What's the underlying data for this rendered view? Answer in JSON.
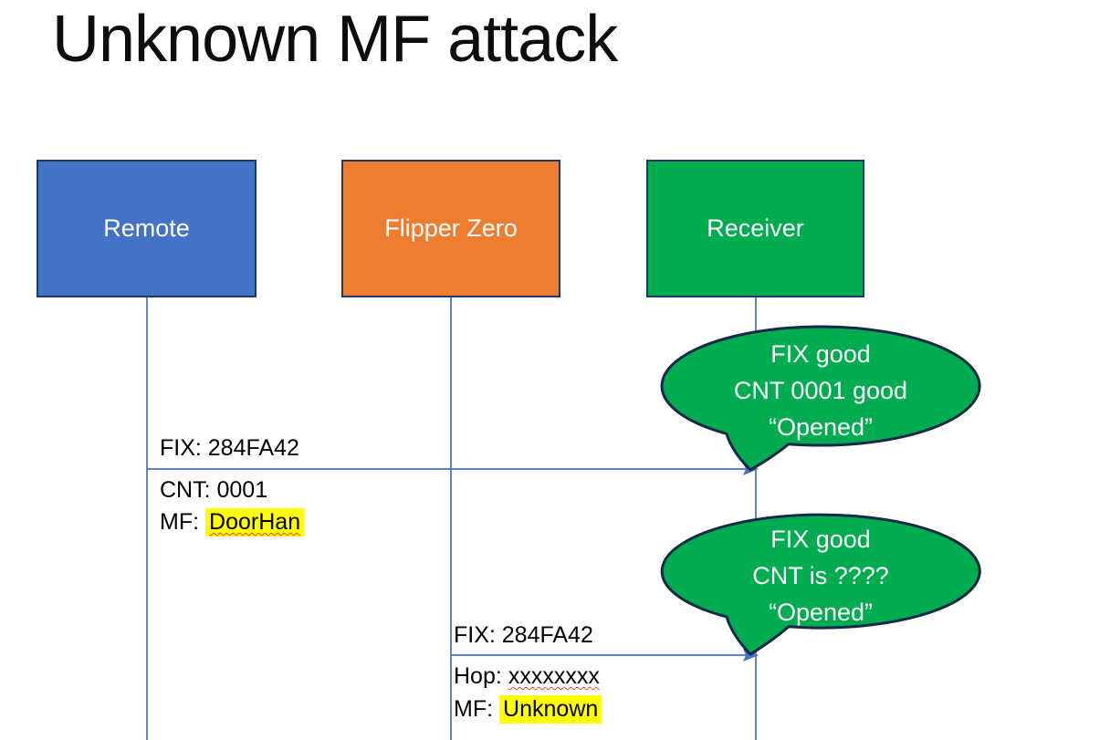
{
  "slide": {
    "title": "Unknown MF attack"
  },
  "actors": [
    {
      "label": "Remote",
      "color": "#4472C4"
    },
    {
      "label": "Flipper Zero",
      "color": "#ED7D31"
    },
    {
      "label": "Receiver",
      "color": "#00AC50"
    }
  ],
  "messages": [
    {
      "fix": "FIX: 284FA42",
      "cnt": "CNT: 0001",
      "mf_label": "MF:",
      "mf_value": "DoorHan"
    },
    {
      "fix": "FIX: 284FA42",
      "hop_label": "Hop:",
      "hop_value": "xxxxxxxx",
      "mf_label": "MF:",
      "mf_value": "Unknown"
    }
  ],
  "callouts": [
    {
      "line1": "FIX good",
      "line2": "CNT 0001 good",
      "line3": "“Opened”"
    },
    {
      "line1": "FIX good",
      "line2": "CNT is ????",
      "line3": "“Opened”"
    }
  ],
  "colors": {
    "actor_border": "#1F3864",
    "lifeline": "#4472C4",
    "arrow": "#4472C4",
    "bubble_fill": "#00AC50",
    "bubble_border": "#17294B",
    "highlight": "#FFFF00",
    "misspell_underline": "#E8432E",
    "title_text": "#0d0d0d"
  }
}
